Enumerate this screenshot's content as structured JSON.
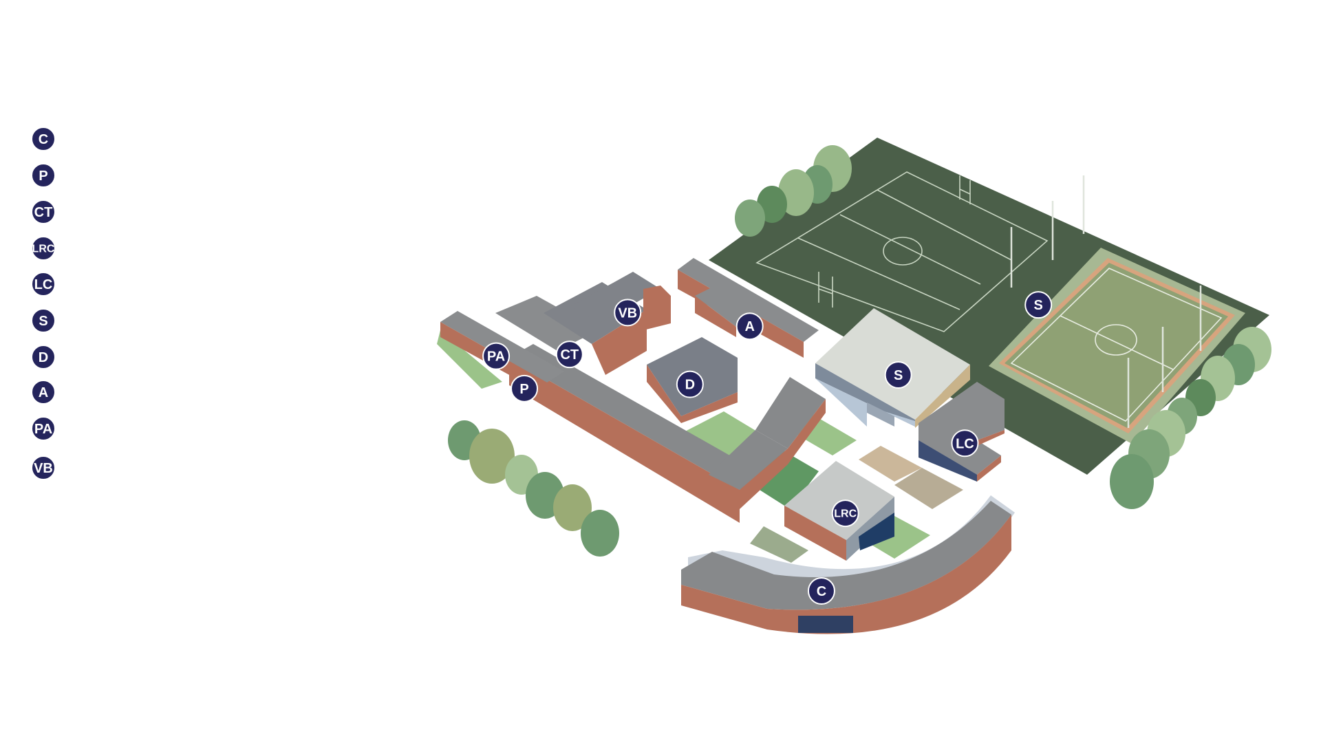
{
  "legend": {
    "items": [
      {
        "code": "C"
      },
      {
        "code": "P"
      },
      {
        "code": "CT"
      },
      {
        "code": "LRC"
      },
      {
        "code": "LC"
      },
      {
        "code": "S"
      },
      {
        "code": "D"
      },
      {
        "code": "A"
      },
      {
        "code": "PA"
      },
      {
        "code": "VB"
      }
    ]
  },
  "map": {
    "markers": [
      {
        "code": "VB"
      },
      {
        "code": "A"
      },
      {
        "code": "PA"
      },
      {
        "code": "CT"
      },
      {
        "code": "P"
      },
      {
        "code": "D"
      },
      {
        "code": "S",
        "label_role": "sports-hall"
      },
      {
        "code": "S",
        "label_role": "sports-pitch"
      },
      {
        "code": "LC"
      },
      {
        "code": "LRC"
      },
      {
        "code": "C"
      }
    ]
  },
  "colors": {
    "badge": "#24245c",
    "field_dark": "#4b5f49",
    "astro": "#8fa174",
    "brick": "#b5705a",
    "roof": "#7d8084",
    "grass": "#8cb879"
  }
}
